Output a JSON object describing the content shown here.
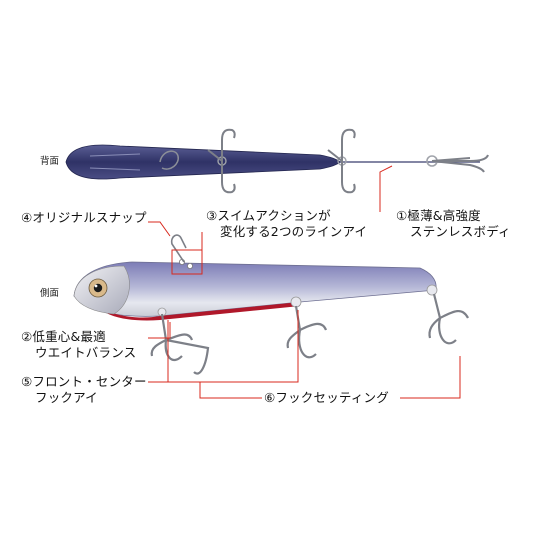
{
  "views": {
    "top": "背面",
    "side": "側面"
  },
  "callouts": [
    {
      "num": "①",
      "lines": [
        "極薄&高強度",
        "ステンレスボディ"
      ]
    },
    {
      "num": "②",
      "lines": [
        "低重心&最適",
        "ウエイトバランス"
      ]
    },
    {
      "num": "③",
      "lines": [
        "スイムアクションが",
        "変化する2つのラインアイ"
      ]
    },
    {
      "num": "④",
      "lines": [
        "オリジナルスナップ"
      ]
    },
    {
      "num": "⑤",
      "lines": [
        "フロント・センター",
        "フックアイ"
      ]
    },
    {
      "num": "⑥",
      "lines": [
        "フックセッティング"
      ]
    }
  ],
  "colors": {
    "leader_line": "#d8281d",
    "lure_back": "#3c3f78",
    "lure_side_top": "#8f8fc4",
    "lure_belly": "#cfd2dc",
    "lure_red": "#b0182a",
    "hook": "#7d8088"
  },
  "icons": [
    "top-view-lure-illustration",
    "side-view-lure-illustration",
    "treble-hook-icon",
    "snap-icon"
  ]
}
